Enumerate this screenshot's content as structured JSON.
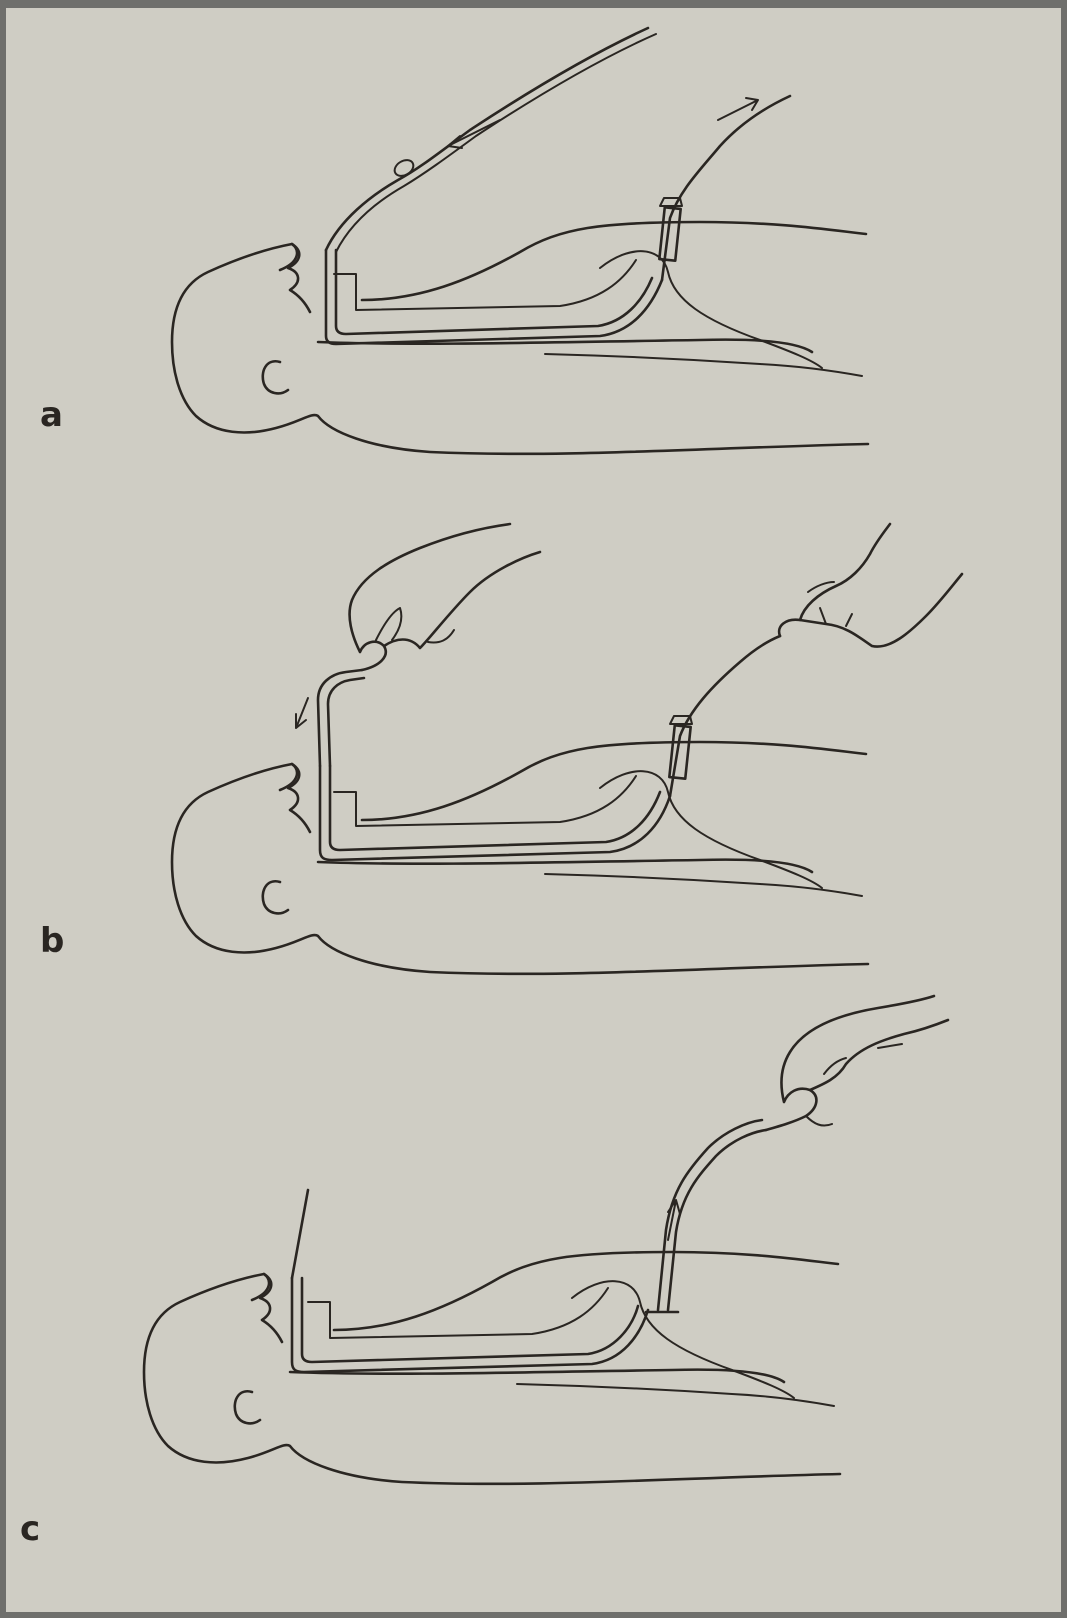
{
  "figure": {
    "paper_color": "#cfcdc4",
    "ink_color": "#2a2622",
    "background_color": "#6f6f6c",
    "panels": [
      {
        "label": "a"
      },
      {
        "label": "b"
      },
      {
        "label": "c"
      }
    ]
  }
}
